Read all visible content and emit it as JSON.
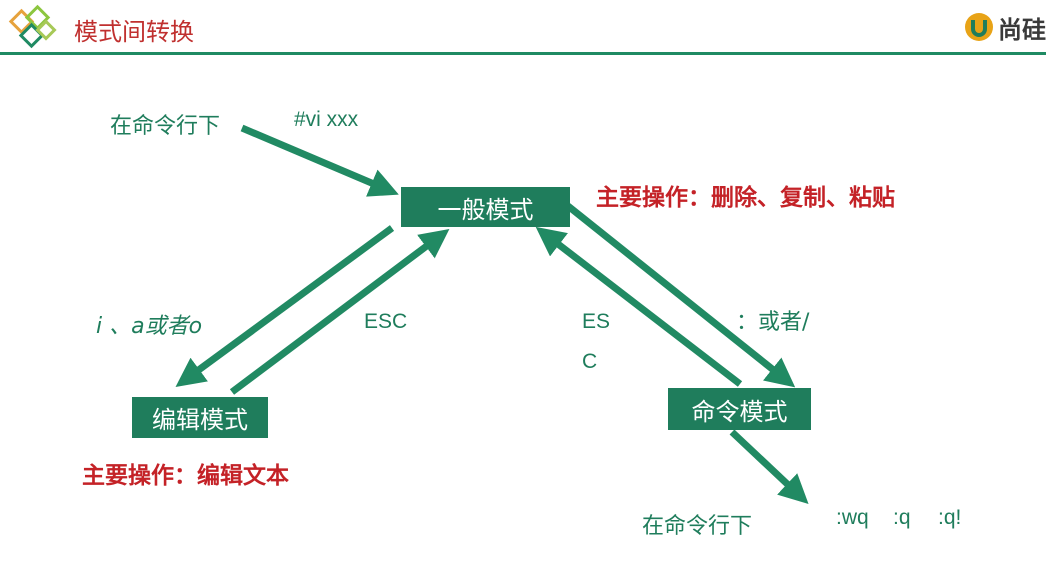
{
  "header": {
    "title": "模式间转换",
    "brand": "尚硅"
  },
  "modes": {
    "normal": "一般模式",
    "edit": "编辑模式",
    "command": "命令模式"
  },
  "labels": {
    "cmdline_top": "在命令行下",
    "vi_command": "#vi xxx",
    "normal_ops": "主要操作：删除、复制、粘贴",
    "enter_edit_keys": "i 、a或者o",
    "esc_left": "ESC",
    "esc_right_1": "ES",
    "esc_right_2": "C",
    "enter_cmd_keys": "：或者/",
    "edit_ops": "主要操作：编辑文本",
    "cmdline_bottom": "在命令行下",
    "save_quit": ":wq",
    "quit": ":q",
    "force_quit": ":q!"
  },
  "colors": {
    "green": "#1f7d5c",
    "red": "#c42227",
    "arrow": "#218a63"
  }
}
